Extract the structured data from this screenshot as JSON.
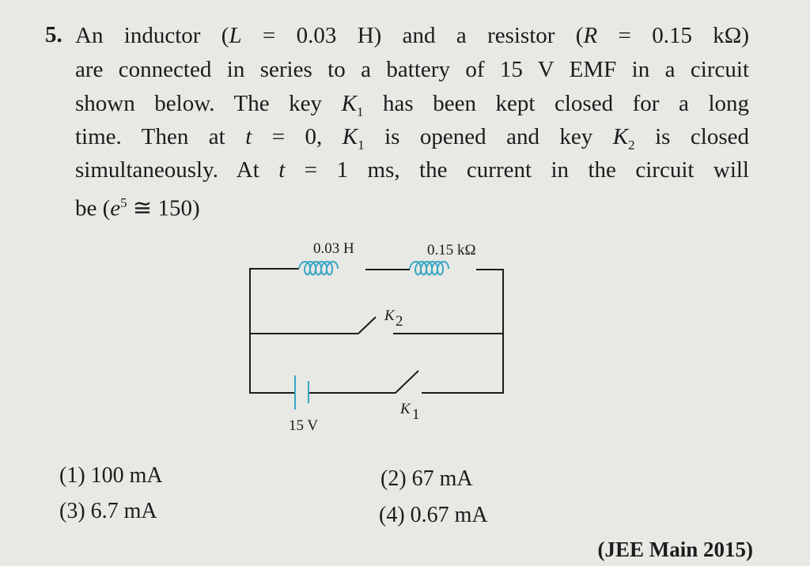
{
  "question": {
    "number": "5.",
    "l1": [
      "An inductor (",
      "L",
      " = 0.03 H) and a resistor (",
      "R",
      " = 0.15 kΩ)"
    ],
    "l2": [
      "are connected in series to a battery of 15 V EMF in a circuit"
    ],
    "l3": [
      "shown below. The key ",
      "K",
      "1",
      " has been kept closed for a long"
    ],
    "l4": [
      "time. Then at ",
      "t",
      " = 0, ",
      "K",
      "1",
      " is opened and key ",
      "K",
      "2",
      " is closed"
    ],
    "l5": [
      "simultaneously. At ",
      "t",
      " = 1 ms, the current in the circuit will"
    ],
    "l6": [
      "be (",
      "e",
      "5",
      " ≅ 150)"
    ]
  },
  "circuit": {
    "inductor_label": "0.03 H",
    "resistor_label": "0.15 kΩ",
    "battery_label": "15 V",
    "k1": "K",
    "k1_sub": "1",
    "k2": "K",
    "k2_sub": "2",
    "coil_color": "#3aa7c4"
  },
  "options": [
    "(1) 100 mA",
    "(2) 67 mA",
    "(3) 6.7 mA",
    "(4) 0.67 mA"
  ],
  "source": "(JEE Main 2015)"
}
